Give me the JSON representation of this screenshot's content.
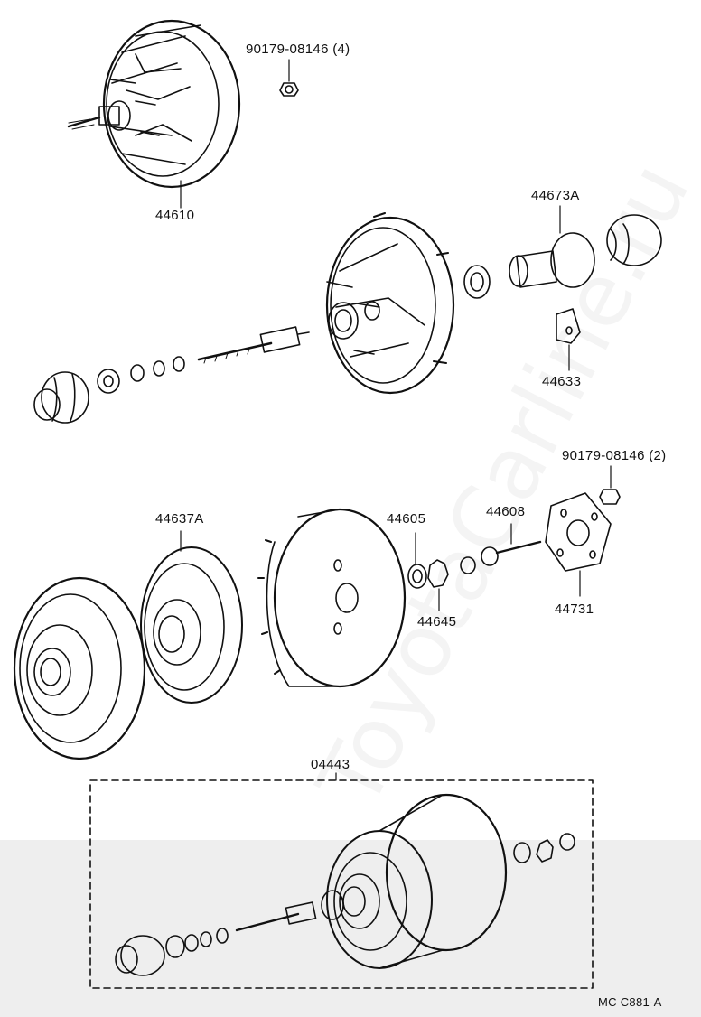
{
  "diagram": {
    "watermark": "ToyotaCarline.ru",
    "footer_code": "MC C881-A"
  },
  "parts": [
    {
      "id": "p-90179-top",
      "label": "90179-08146",
      "qty": "(4)"
    },
    {
      "id": "p-44610",
      "label": "44610"
    },
    {
      "id": "p-44673a",
      "label": "44673A"
    },
    {
      "id": "p-44633",
      "label": "44633"
    },
    {
      "id": "p-90179-mid",
      "label": "90179-08146",
      "qty": "(2)"
    },
    {
      "id": "p-44637a",
      "label": "44637A"
    },
    {
      "id": "p-44605",
      "label": "44605"
    },
    {
      "id": "p-44608",
      "label": "44608"
    },
    {
      "id": "p-44645",
      "label": "44645"
    },
    {
      "id": "p-44731",
      "label": "44731"
    },
    {
      "id": "p-04443",
      "label": "04443"
    }
  ]
}
